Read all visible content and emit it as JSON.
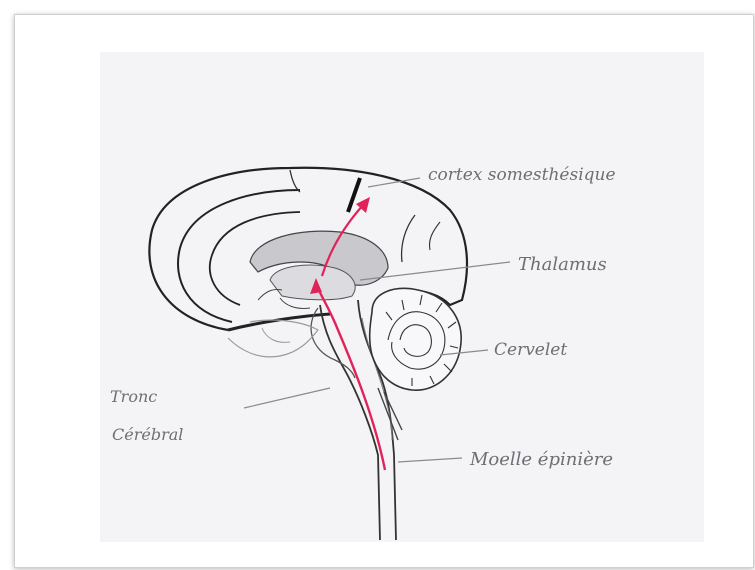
{
  "diagram": {
    "labels": {
      "cortex": "cortex somesthésique",
      "thalamus": "Thalamus",
      "cervelet": "Cervelet",
      "tronc_line1": "Tronc",
      "tronc_line2": "Cérébral",
      "moelle": "Moelle épinière"
    },
    "colors": {
      "pathway": "#e0245a",
      "ink": "#222222",
      "pencil": "#8a8a8e",
      "paper": "#f4f3f6"
    }
  }
}
